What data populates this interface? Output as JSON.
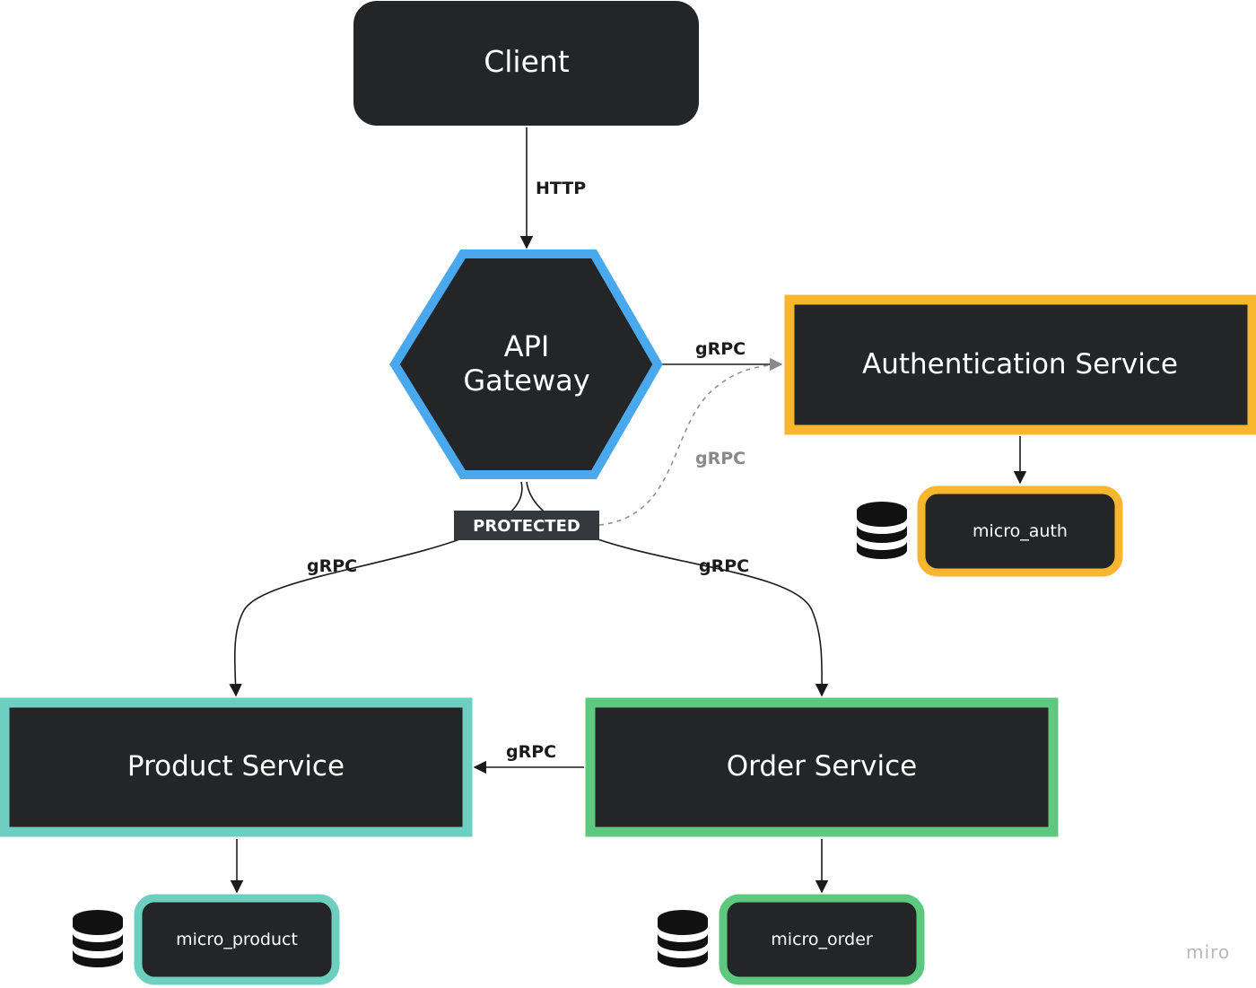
{
  "nodes": {
    "client": {
      "label": "Client"
    },
    "api_gateway": {
      "line1": "API",
      "line2": "Gateway"
    },
    "auth_service": {
      "label": "Authentication Service"
    },
    "product_service": {
      "label": "Product Service"
    },
    "order_service": {
      "label": "Order Service"
    }
  },
  "databases": {
    "auth": {
      "label": "micro_auth"
    },
    "product": {
      "label": "micro_product"
    },
    "order": {
      "label": "micro_order"
    }
  },
  "edges": {
    "client_to_gateway": "HTTP",
    "gateway_to_auth": "gRPC",
    "protected_to_auth": "gRPC",
    "gateway_to_product": "gRPC",
    "gateway_to_order": "gRPC",
    "order_to_product": "gRPC"
  },
  "protected_tag": "PROTECTED",
  "watermark": "miro",
  "colors": {
    "node_fill": "#232527",
    "gateway_border": "#4aa8ee",
    "auth_border": "#f8b52e",
    "product_border": "#6ccfbf",
    "order_border": "#5ec97e",
    "tag_fill": "#35393c",
    "edge": "#1b1b1b",
    "dashed_edge": "#8a8a8a",
    "watermark": "#b8b8b8"
  },
  "icons": {
    "database": "database-icon"
  }
}
